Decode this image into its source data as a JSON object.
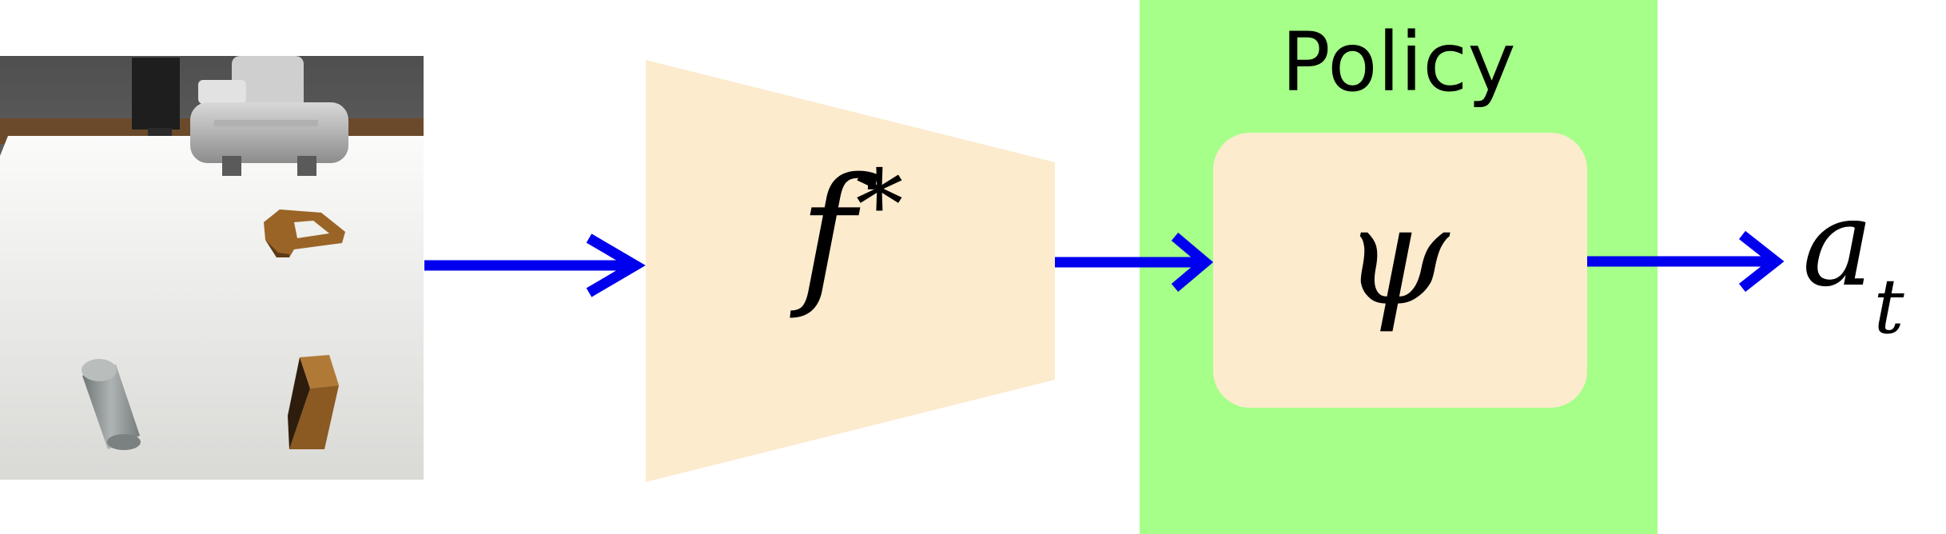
{
  "policy": {
    "label": "Policy"
  },
  "encoder": {
    "symbol": "f",
    "superscript": "*"
  },
  "policy_head": {
    "symbol": "ψ"
  },
  "output": {
    "symbol": "a",
    "subscript": "t"
  },
  "colors": {
    "arrow": "#0000ee",
    "policy_box": "#a5ff88",
    "module_fill": "#fdebce",
    "scene_table": "#f2f2f0",
    "scene_wall": "#6a6a6a",
    "scene_wood": "#9a6427"
  },
  "icons": {
    "input": "robot-scene-image",
    "arrows": "right-arrow-icon"
  }
}
